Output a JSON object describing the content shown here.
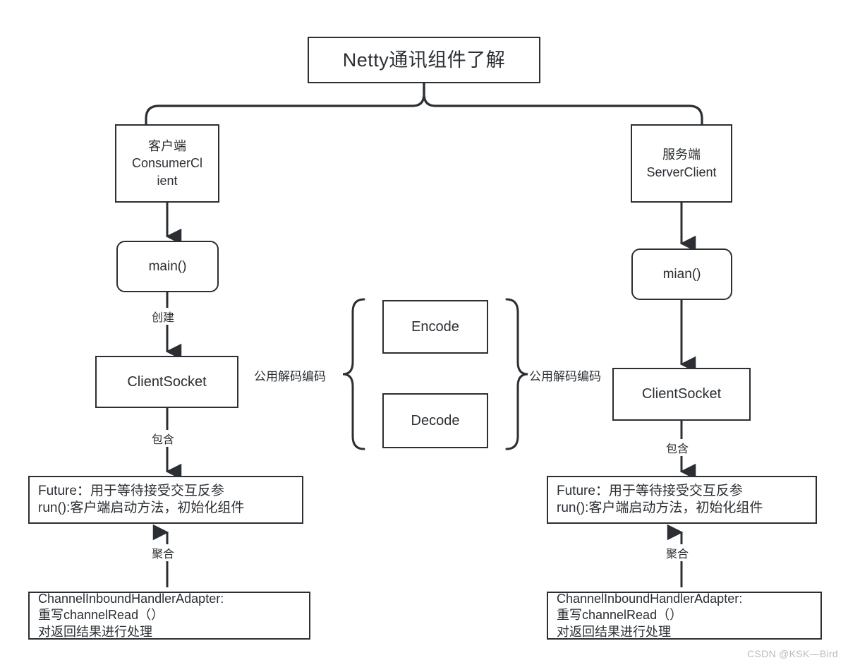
{
  "diagram": {
    "title": "Netty通讯组件了解",
    "watermark": "CSDN @KSK—Bird",
    "stroke_color": "#2b2f33",
    "background_color": "#ffffff"
  },
  "left_branch": {
    "client_box": "客户端\nConsumerCl\nient",
    "main_box": "main()",
    "create_label": "创建",
    "socket_box": "ClientSocket",
    "contains_label": "包含",
    "future_box": "Future：用于等待接受交互反参\nrun():客户端启动方法，初始化组件",
    "aggregate_label": "聚合",
    "handler_box": "ChannelInboundHandlerAdapter:\n重写channelRead（）\n对返回结果进行处理"
  },
  "right_branch": {
    "server_box": "服务端\nServerClient",
    "main_box": "mian()",
    "socket_box": "ClientSocket",
    "contains_label": "包含",
    "future_box": "Future：用于等待接受交互反参\nrun():客户端启动方法，初始化组件",
    "aggregate_label": "聚合",
    "handler_box": "ChannelInboundHandlerAdapter:\n重写channelRead（）\n对返回结果进行处理"
  },
  "codec": {
    "left_label": "公用解码编码",
    "right_label": "公用解码编码",
    "encode_box": "Encode",
    "decode_box": "Decode"
  }
}
